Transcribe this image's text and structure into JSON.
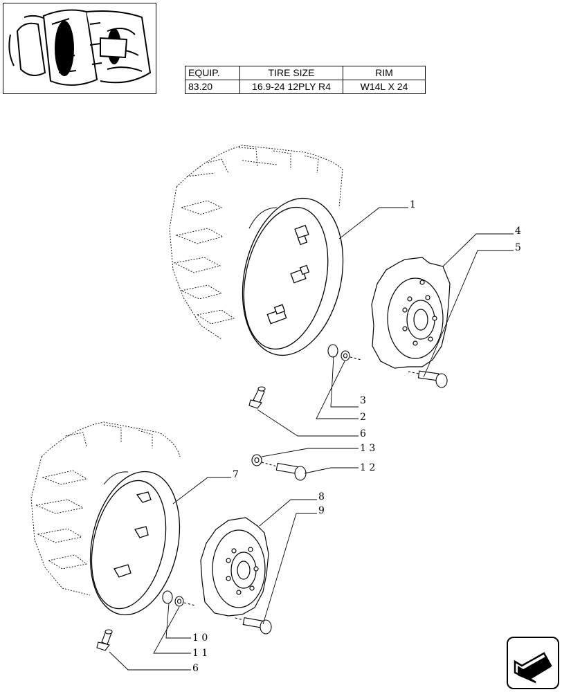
{
  "spec_table": {
    "headers": [
      "EQUIP.",
      "TIRE SIZE",
      "RIM"
    ],
    "row": [
      "83.20",
      "16.9-24 12PLY R4",
      "W14L X 24"
    ]
  },
  "callouts": {
    "c1": "1",
    "c2": "2",
    "c3": "3",
    "c4": "4",
    "c5": "5",
    "c6a": "6",
    "c6b": "6",
    "c7": "7",
    "c8": "8",
    "c9": "9",
    "c10": "1 0",
    "c11": "1 1",
    "c12": "1 2",
    "c13": "1 3"
  },
  "icons": {
    "thumbnail": "tractor-tire-thumbnail-icon",
    "nav": "next-page-arrow-icon"
  }
}
